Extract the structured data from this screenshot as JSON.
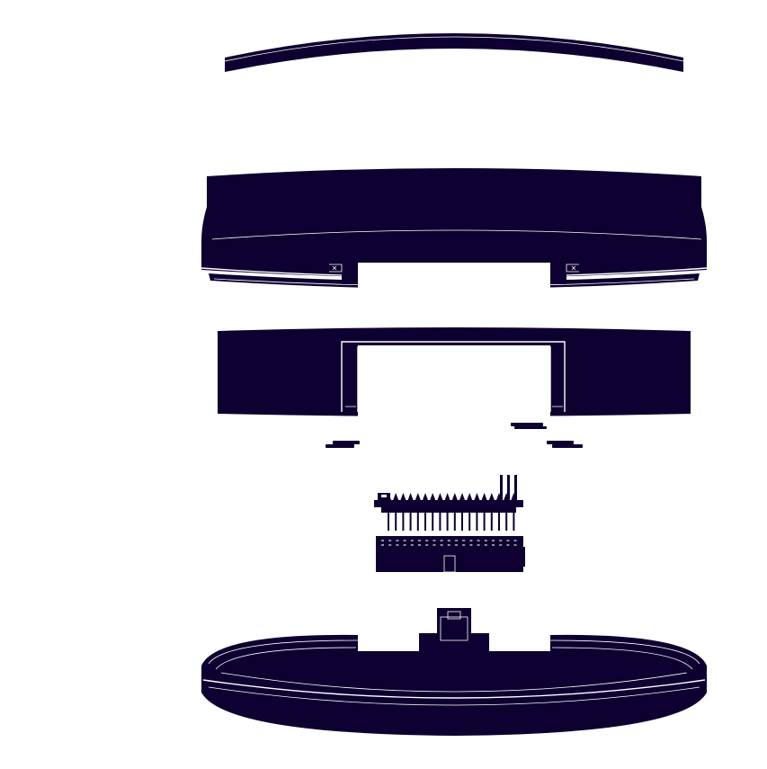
{
  "colors": {
    "part_fill": "#0e0030",
    "line": "#ffffff",
    "background": "#ffffff",
    "faint_label": "#f2f2f4"
  },
  "parts": [
    {
      "name": "lens-top-cap"
    },
    {
      "name": "upper-housing-ring"
    },
    {
      "name": "middle-housing-ring"
    },
    {
      "name": "small-spacer-pads"
    },
    {
      "name": "circuit-board-with-pin-header"
    },
    {
      "name": "pin-socket-connector"
    },
    {
      "name": "base-tray-with-usb-connector"
    }
  ],
  "labels": {
    "l1": "",
    "l2": "",
    "l3": "",
    "l4": "",
    "l5": "",
    "l6": "",
    "l7": "",
    "l8": "",
    "l9": ""
  }
}
